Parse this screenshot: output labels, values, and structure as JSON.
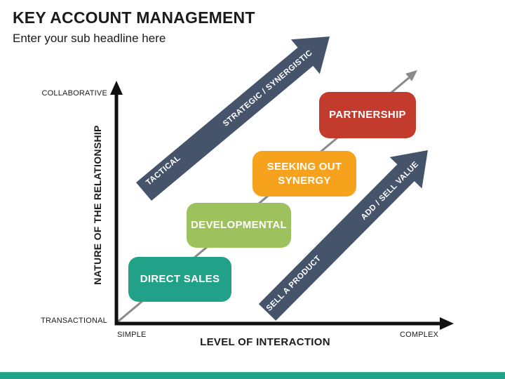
{
  "slide": {
    "title": "KEY ACCOUNT MANAGEMENT",
    "subtitle": "Enter your sub headline here"
  },
  "chart": {
    "type": "diagram",
    "y_axis": {
      "title": "NATURE OF THE RELATIONSHIP",
      "top_label": "COLLABORATIVE",
      "bottom_label": "TRANSACTIONAL"
    },
    "x_axis": {
      "title": "LEVEL OF INTERACTION",
      "left_label": "SIMPLE",
      "right_label": "COMPLEX"
    },
    "stages": [
      {
        "label": "DIRECT SALES",
        "color": "#21A188"
      },
      {
        "label": "DEVELOPMENTAL",
        "color": "#9DC15C"
      },
      {
        "label": "SEEKING OUT SYNERGY",
        "color": "#F7A21D"
      },
      {
        "label": "PARTNERSHIP",
        "color": "#C23B2C"
      }
    ],
    "arrows": {
      "upper": {
        "start_label": "TACTICAL",
        "end_label": "STRATEGIC / SYNERGISTIC",
        "color": "#45546A"
      },
      "lower": {
        "start_label": "SELL A PRODUCT",
        "end_label": "ADD / SELL VALUE",
        "color": "#45546A"
      },
      "trend_line_color": "#8a8a8a",
      "axis_color": "#111111"
    }
  },
  "footer": {
    "bar_color": "#21A185"
  }
}
